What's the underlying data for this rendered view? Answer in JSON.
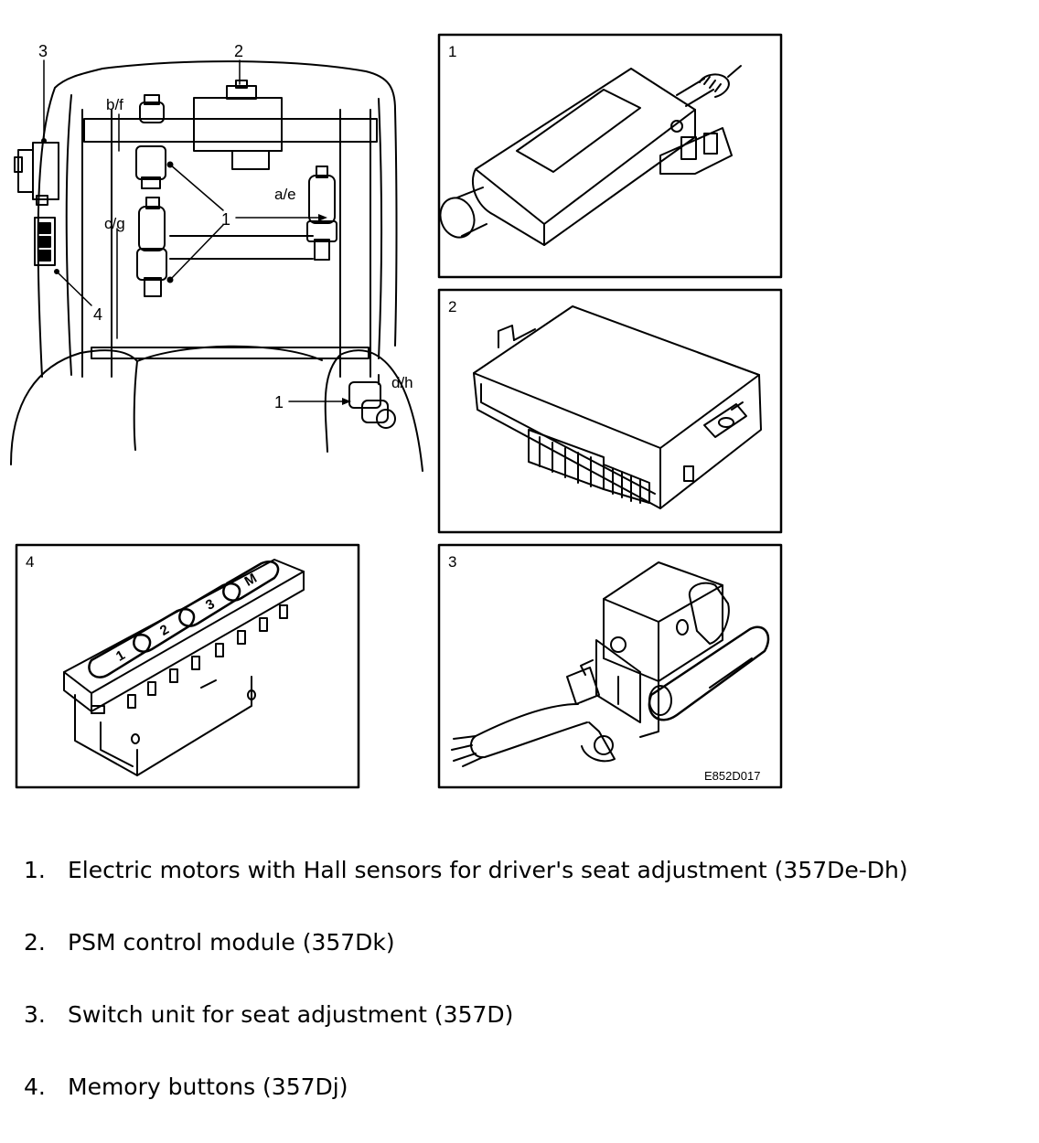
{
  "overview": {
    "callouts": {
      "c3": "3",
      "c2": "2",
      "c4": "4",
      "c1": "1",
      "c1b": "1"
    },
    "position_labels": {
      "bf": "b/f",
      "ae": "a/e",
      "cg": "c/g",
      "dh": "d/h"
    }
  },
  "panels": [
    {
      "number": "1"
    },
    {
      "number": "2"
    },
    {
      "number": "4",
      "keys": [
        "1",
        "2",
        "3",
        "M"
      ]
    },
    {
      "number": "3"
    }
  ],
  "figure_code": "E852D017",
  "legend": [
    {
      "num": "1.",
      "text": "Electric motors with Hall sensors for driver's seat adjustment (357De-Dh)"
    },
    {
      "num": "2.",
      "text": "PSM control module (357Dk)"
    },
    {
      "num": "3.",
      "text": "Switch unit for seat adjustment (357D)"
    },
    {
      "num": "4.",
      "text": "Memory buttons (357Dj)"
    }
  ]
}
